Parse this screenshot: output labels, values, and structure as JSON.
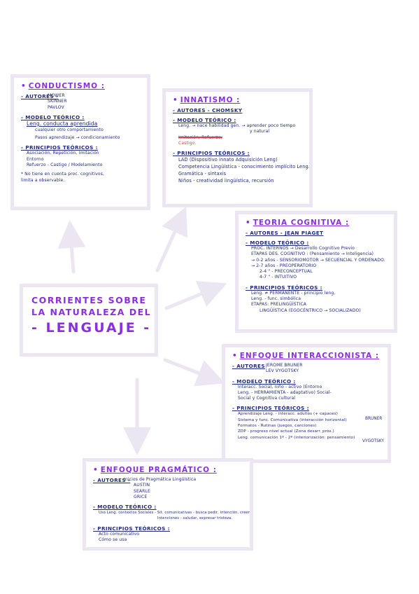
{
  "main_title": {
    "line1": "CORRIENTES SOBRE",
    "line2": "LA NATURALEZA DEL",
    "line3": "- LENGUAJE -"
  },
  "conductismo": {
    "title": "CONDUCTISMO :",
    "autores_label": "- AUTORES -",
    "autores": [
      "MOWER",
      "SKINNER",
      "PAVLOV"
    ],
    "modelo_label": "- MODELO TEÓRICO :",
    "modelo": [
      "Leng. conducta aprendida",
      "cualquier otro comportamiento",
      "Pasos aprendizaje → condicionamiento"
    ],
    "principios_label": "- PRINCIPIOS TEÓRICOS :",
    "principios": [
      "Asociación, Repetición, Imitación",
      "Entorno",
      "Refuerzo - Castigo / Modelamiento"
    ],
    "nota": [
      "* No tiene en cuenta proc. cognitivos,",
      "limita a observable."
    ]
  },
  "innatismo": {
    "title": "INNATISMO :",
    "autores": "- AUTORES - CHOMSKY",
    "modelo_label": "- MODELO TEÓRICO :",
    "modelo": [
      "Leng. → nace habilidad gen. → aprender poco tiempo",
      "y natural"
    ],
    "struck": "Imitación, Refuerzo,",
    "struck2": "Castigo.",
    "principios_label": "- PRINCIPIOS TEÓRICOS :",
    "principios": [
      "LAD (Dispositivo innato Adquisición Leng)",
      "Competencia Lingüística - conocimiento implícito Leng.",
      "Gramática - sintaxis",
      "Niños - creatividad lingüística, recursión"
    ]
  },
  "cognitiva": {
    "title": "TEORIA COGNITIVA :",
    "autores": "- AUTORES - JEAN PIAGET",
    "modelo_label": "- MODELO TEÓRICO :",
    "modelo": [
      "PROC. INTERNOS → Desarrollo Cognitivo Previo",
      "ETAPAS DES. COGNITIVO : (Pensamiento → Inteligencia)",
      "→ 0-2 años - SENSORIOMOTOR → SECUENCIAL Y ORDENADO.",
      "→ 2-7 años - PREOPERATORIO",
      "2-4 \" - PRECONCEPTUAL",
      "4-7 \" - INTUITIVO"
    ],
    "principios_label": "- PRINCIPIOS TEÓRICOS :",
    "principios": [
      "Leng. ≠ PERMANENTE - principio leng.",
      "Leng. - func. simbólica",
      "ETAPAS: PRELINGÜÍSTICA",
      "LINGÜÍSTICA (EGOCÉNTRICO → SOCIALIZADO)"
    ]
  },
  "interaccionista": {
    "title": "ENFOQUE INTERACCIONISTA :",
    "autores_label": "- AUTORES",
    "autores": [
      "JEROME BRUNER",
      "LEV VYGOTSKY"
    ],
    "modelo_label": "- MODELO TEÓRICO :",
    "modelo": [
      "Interacc. Social, niño - activo (Entorno",
      "Leng. - HERRAMIENTA - adaptativo) Social-",
      "Social y Cognitiva cultural"
    ],
    "principios_label": "- PRINCIPIOS TEÓRICOS :",
    "principios": [
      "Aprendizaje Leng. - interacc. adultos (+ capaces)",
      "Sistema y func. Comunicativa (interacción horizontal)",
      "Formatos - Rutinas (juegos, canciones)",
      "ZDP - progreso nivel actual (Zona desarr. próx.)",
      "Leng. comunicación 1ª - 2ª (interiorización: pensamiento)"
    ],
    "side_bruner": "BRUNER",
    "side_vygotsky": "VYGOTSKY"
  },
  "pragmatico": {
    "title": "ENFOQUE PRAGMÁTICO :",
    "autores_label": "- AUTORES -",
    "autores": [
      "Inicios de Pragmática Lingüística",
      "AUSTIN",
      "SEARLE",
      "GRICE"
    ],
    "modelo_label": "- MODELO TEÓRICO :",
    "modelo": [
      "Uso Leng. contextos Sociales - Sit. comunicativas - busca pedir, intención, creencias,",
      "Intenciones - saludar, expresar tristeza."
    ],
    "principios_label": "- PRINCIPIOS TEÓRICOS :",
    "principios": [
      "Acto comunicativo",
      "Cómo se usa"
    ]
  },
  "colors": {
    "accent": "#8a2fe0",
    "ink": "#1f2a7a",
    "frame": "#ece6f3",
    "strike": "#e33c4a"
  }
}
